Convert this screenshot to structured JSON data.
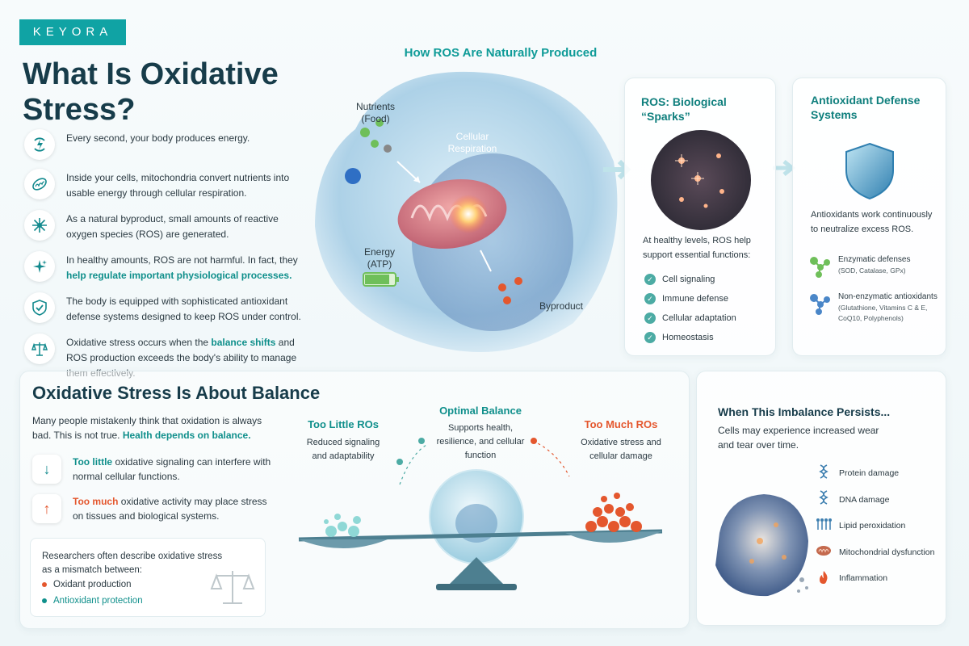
{
  "brand": "KEYORA",
  "title": "What Is Oxidative Stress?",
  "intro": [
    {
      "icon": "energy-cycle-icon",
      "parts": [
        {
          "t": "Every second, your body produces energy.",
          "h": false
        }
      ]
    },
    {
      "icon": "mitochondria-icon",
      "parts": [
        {
          "t": "Inside your cells, mitochondria convert nutrients into usable energy through cellular respiration.",
          "h": false
        }
      ]
    },
    {
      "icon": "starburst-icon",
      "parts": [
        {
          "t": "As a natural byproduct, small amounts of reactive oxygen species (ROS) are generated.",
          "h": false
        }
      ]
    },
    {
      "icon": "sparkles-icon",
      "parts": [
        {
          "t": "In healthy amounts, ROS are not harmful. In fact, they ",
          "h": false
        },
        {
          "t": "help regulate important physiological processes.",
          "h": true
        }
      ]
    },
    {
      "icon": "shield-check-icon",
      "parts": [
        {
          "t": "The body is equipped with sophisticated antioxidant defense systems designed to keep ROS under control.",
          "h": false
        }
      ]
    },
    {
      "icon": "scale-icon",
      "parts": [
        {
          "t": "Oxidative stress occurs when the ",
          "h": false
        },
        {
          "t": "balance shifts",
          "h": true
        },
        {
          "t": " and ROS production exceeds the body's ability to manage them effectively.",
          "h": false
        }
      ]
    }
  ],
  "center": {
    "heading": "How ROS Are Naturally Produced",
    "labels": {
      "nutrients": "Nutrients (Food)",
      "respiration": "Cellular Respiration",
      "energy": "Energy (ATP)",
      "byproduct": "Byproduct"
    }
  },
  "ros_card": {
    "title": "ROS: Biological “Sparks”",
    "text": "At healthy levels, ROS help support essential functions:",
    "items": [
      "Cell signaling",
      "Immune defense",
      "Cellular adaptation",
      "Homeostasis"
    ]
  },
  "defense_card": {
    "title": "Antioxidant Defense Systems",
    "text": "Antioxidants work continuously to neutralize excess ROS.",
    "rows": [
      {
        "title": "Enzymatic defenses",
        "sub": "(SOD, Catalase, GPx)",
        "color": "#6fbf5a"
      },
      {
        "title": "Non-enzymatic antioxidants",
        "sub": "(Glutathione, Vitamins C & E, CoQ10, Polyphenols)",
        "color": "#4a86c8"
      }
    ]
  },
  "balance": {
    "title": "Oxidative Stress Is About Balance",
    "intro_plain": "Many people mistakenly think that oxidation is always bad. This is not true. ",
    "intro_hl": "Health depends on balance.",
    "too_little": {
      "bold": "Too little",
      "rest": " oxidative signaling can interfere with normal cellular functions."
    },
    "too_much": {
      "bold": "Too much",
      "rest": " oxidative activity may place stress on tissues and biological systems."
    },
    "research": {
      "text": "Researchers often describe oxidative stress as a mismatch between:",
      "oxidant": "Oxidant production",
      "antioxidant": "Antioxidant protection"
    },
    "left_col": {
      "title": "Too Little ROs",
      "text": "Reduced signaling and adaptability"
    },
    "mid_col": {
      "title": "Optimal Balance",
      "text": "Supports health, resilience, and cellular function"
    },
    "right_col": {
      "title": "Too Much ROs",
      "text": "Oxidative stress and cellular damage"
    }
  },
  "persist": {
    "title": "When This Imbalance Persists...",
    "text": "Cells may experience increased wear and tear over time.",
    "items": [
      {
        "label": "Protein damage",
        "icon": "protein-icon"
      },
      {
        "label": "DNA damage",
        "icon": "dna-icon"
      },
      {
        "label": "Lipid peroxidation",
        "icon": "lipid-icon"
      },
      {
        "label": "Mitochondrial dysfunction",
        "icon": "mitochondria-icon"
      },
      {
        "label": "Inflammation",
        "icon": "flame-icon"
      }
    ]
  },
  "colors": {
    "teal": "#0f9b98",
    "navy": "#173c4a",
    "red": "#e4572e",
    "blue_teal": "#138a8e"
  }
}
